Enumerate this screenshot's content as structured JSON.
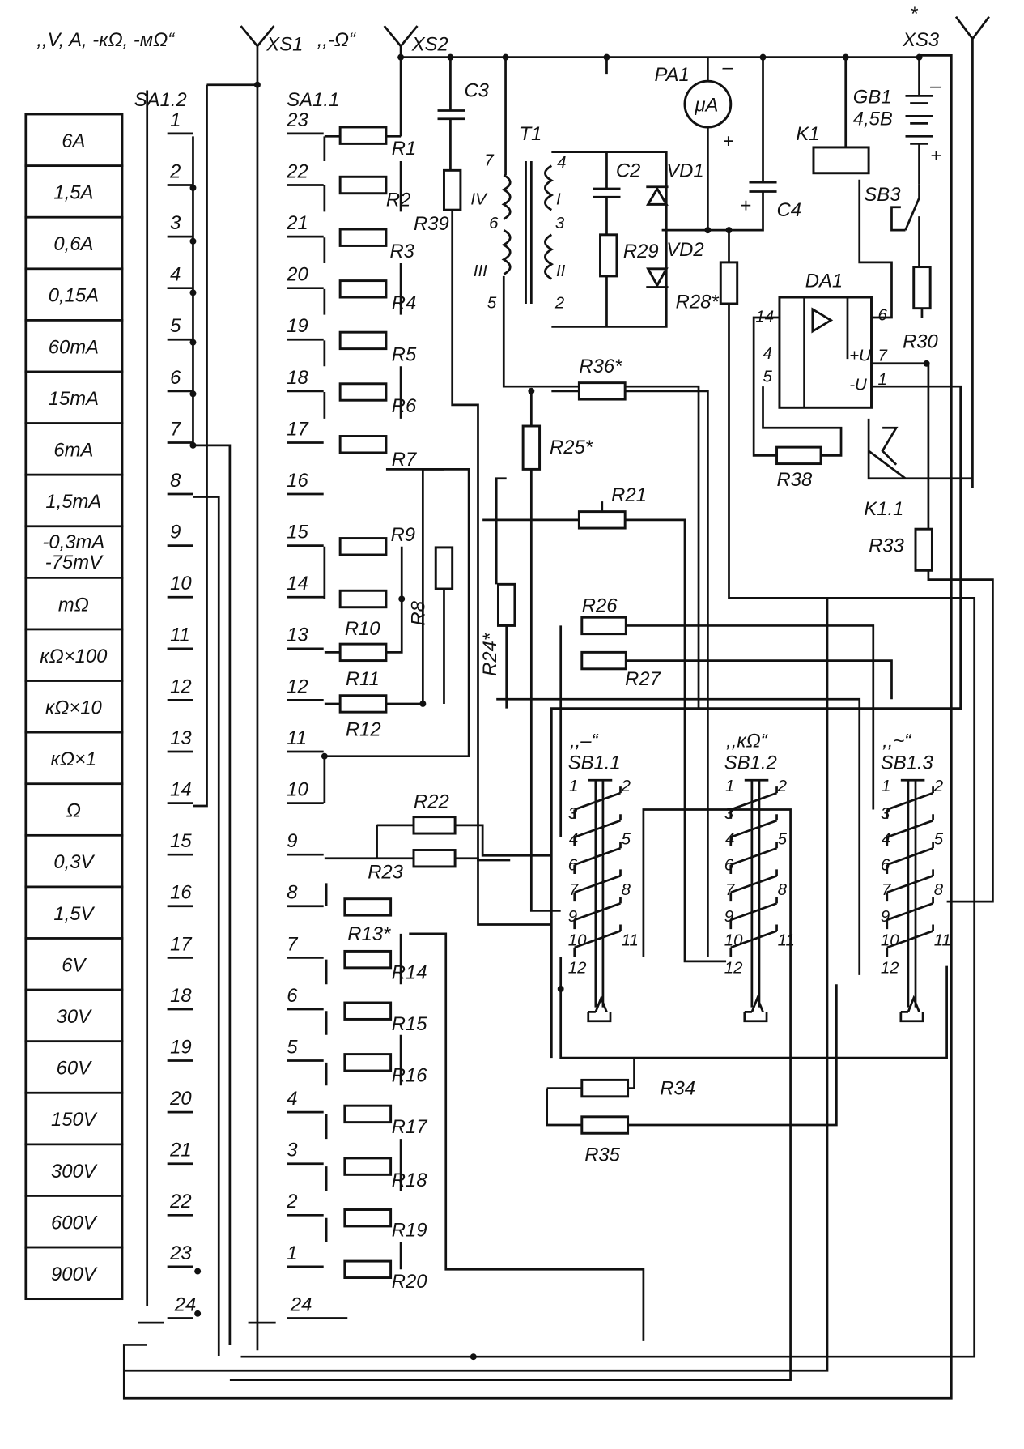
{
  "connectors": {
    "xs1_caption": ",,V, A, -кΩ, -мΩ“",
    "xs1": "XS1",
    "xs2_caption": ",,-Ω“",
    "xs2": "XS2",
    "xs3": "XS3",
    "xs3_mark": "*"
  },
  "switches": {
    "sa12": "SA1.2",
    "sa11": "SA1.1"
  },
  "range_table": [
    "6A",
    "1,5A",
    "0,6A",
    "0,15A",
    "60mA",
    "15mA",
    "6mA",
    "1,5mA",
    "-0,3mA\n-75mV",
    "mΩ",
    "кΩ×100",
    "кΩ×10",
    "кΩ×1",
    "Ω",
    "0,3V",
    "1,5V",
    "6V",
    "30V",
    "60V",
    "150V",
    "300V",
    "600V",
    "900V"
  ],
  "sa12_positions": [
    "1",
    "2",
    "3",
    "4",
    "5",
    "6",
    "7",
    "8",
    "9",
    "10",
    "11",
    "12",
    "13",
    "14",
    "15",
    "16",
    "17",
    "18",
    "19",
    "20",
    "21",
    "22",
    "23",
    "24"
  ],
  "sa11_positions": [
    "23",
    "22",
    "21",
    "20",
    "19",
    "18",
    "17",
    "16",
    "15",
    "14",
    "13",
    "12",
    "11",
    "10",
    "9",
    "8",
    "7",
    "6",
    "5",
    "4",
    "3",
    "2",
    "1",
    "24"
  ],
  "components": {
    "R1": "R1",
    "R2": "R2",
    "R3": "R3",
    "R4": "R4",
    "R5": "R5",
    "R6": "R6",
    "R7": "R7",
    "R8": "R8",
    "R9": "R9",
    "R10": "R10",
    "R11": "R11",
    "R12": "R12",
    "R13": "R13*",
    "R14": "R14",
    "R15": "R15",
    "R16": "R16",
    "R17": "R17",
    "R18": "R18",
    "R19": "R19",
    "R20": "R20",
    "R21": "R21",
    "R22": "R22",
    "R23": "R23",
    "R24": "R24*",
    "R25": "R25*",
    "R26": "R26",
    "R27": "R27",
    "R28": "R28*",
    "R29": "R29",
    "R30": "R30",
    "R33": "R33",
    "R34": "R34",
    "R35": "R35",
    "R36": "R36*",
    "R38": "R38",
    "R39": "R39",
    "C2": "C2",
    "C3": "C3",
    "C4": "C4",
    "T1": "T1",
    "VD1": "VD1",
    "VD2": "VD2",
    "PA1": "PA1",
    "PA1_unit": "μA",
    "K1": "K1",
    "K11": "K1.1",
    "GB1": "GB1",
    "GB1_v": "4,5B",
    "SB3": "SB3",
    "DA1": "DA1"
  },
  "transformer": {
    "w_IV": "IV",
    "w_III": "III",
    "w_I": "I",
    "w_II": "II",
    "p7": "7",
    "p6": "6",
    "p5": "5",
    "p4": "4",
    "p3": "3",
    "p2": "2"
  },
  "opamp": {
    "p14": "14",
    "p4": "4",
    "p5": "5",
    "p6": "6",
    "p7": "7",
    "p1": "1",
    "plus_u": "+U",
    "minus_u": "-U"
  },
  "polarity": {
    "plus": "+",
    "minus": "–"
  },
  "push_switches": [
    {
      "caption": ",,–“",
      "name": "SB1.1"
    },
    {
      "caption": ",,кΩ“",
      "name": "SB1.2"
    },
    {
      "caption": ",,~“",
      "name": "SB1.3"
    }
  ],
  "push_pins": [
    "1",
    "2",
    "3",
    "4",
    "5",
    "6",
    "7",
    "8",
    "9",
    "10",
    "11",
    "12"
  ]
}
